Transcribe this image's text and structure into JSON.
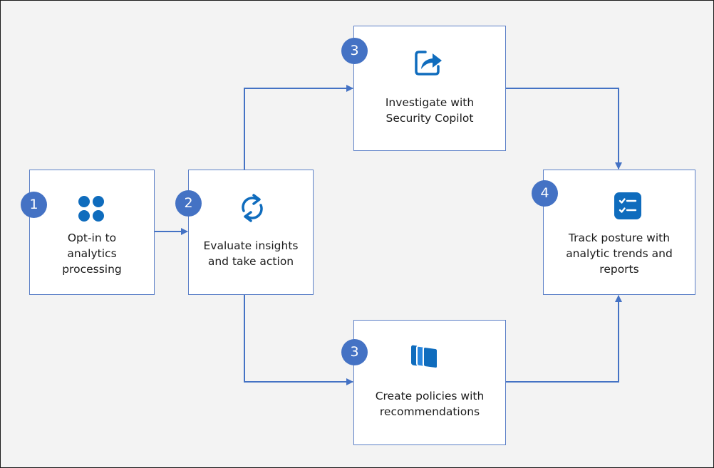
{
  "steps": [
    {
      "number": "1",
      "label": "Opt-in to\nanalytics\nprocessing",
      "icon": "four-dots-icon"
    },
    {
      "number": "2",
      "label": "Evaluate insights\nand take action",
      "icon": "refresh-cycle-icon"
    },
    {
      "number": "3",
      "label": "Investigate with\nSecurity Copilot",
      "icon": "share-arrow-icon"
    },
    {
      "number": "3",
      "label": "Create policies with\nrecommendations",
      "icon": "stacked-cards-icon"
    },
    {
      "number": "4",
      "label": "Track posture with\nanalytic trends and\nreports",
      "icon": "checklist-icon"
    }
  ],
  "colors": {
    "accent": "#4472c4",
    "icon": "#0f6cbd",
    "box_border": "#5b7fc7",
    "connector": "#4472c4",
    "background": "#f3f3f3"
  }
}
